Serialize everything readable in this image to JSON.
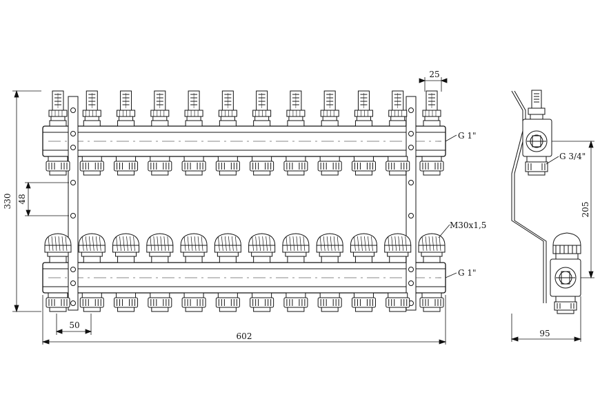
{
  "drawing": {
    "dimensions": {
      "height_total": "330",
      "bracket_gap": "48",
      "outlet_pitch": "50",
      "length_total": "602",
      "bracket_offset": "25",
      "side_height": "205",
      "side_depth": "95"
    },
    "callouts": {
      "supply_thread": "G 1\"",
      "return_thread": "G 1\"",
      "valve_thread": "M30x1,5",
      "outlet_thread": "G 3/4\""
    },
    "outlet_count": 12
  }
}
